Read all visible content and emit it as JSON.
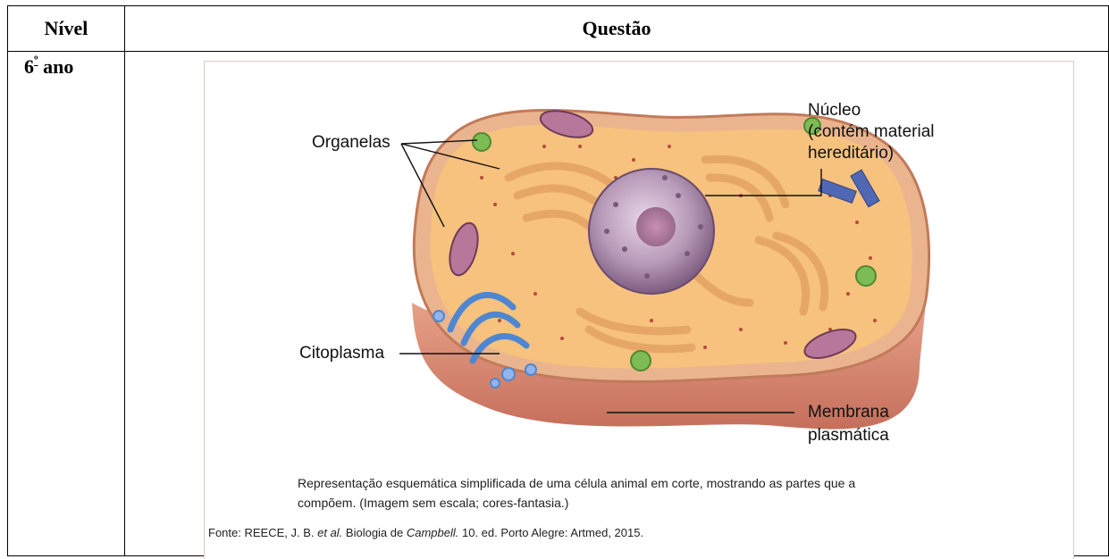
{
  "table": {
    "header_level": "Nível",
    "header_question": "Questão",
    "level_number": "6",
    "level_ordinal": "º",
    "level_word": " ano"
  },
  "figure": {
    "labels": {
      "organelles": "Organelas",
      "nucleus_line1": "Núcleo",
      "nucleus_line2": "(contém material",
      "nucleus_line3": "hereditário)",
      "cytoplasm": "Citoplasma",
      "membrane_line1": "Membrana",
      "membrane_line2": "plasmática"
    },
    "caption_line1": "Representação esquemática simplificada de uma célula animal em corte, mostrando as partes que a",
    "caption_line2": "compõem. (Imagem sem escala; cores-fantasia.)",
    "source_prefix": "Fonte: REECE, J. B. ",
    "source_etal": "et al.",
    "source_middle": " Biologia de ",
    "source_title": "Campbell.",
    "source_suffix": " 10. ed. Porto Alegre: Artmed, 2015."
  },
  "colors": {
    "membrane": "#d88a78",
    "cytoplasm": "#f6c07a",
    "nucleus": "#a98aa8",
    "er": "#e2a46a",
    "mitochondria": "#9c5a7c",
    "golgi": "#5b8fd6",
    "vesicle": "#7dbb55",
    "centriole": "#4a5fa8"
  }
}
